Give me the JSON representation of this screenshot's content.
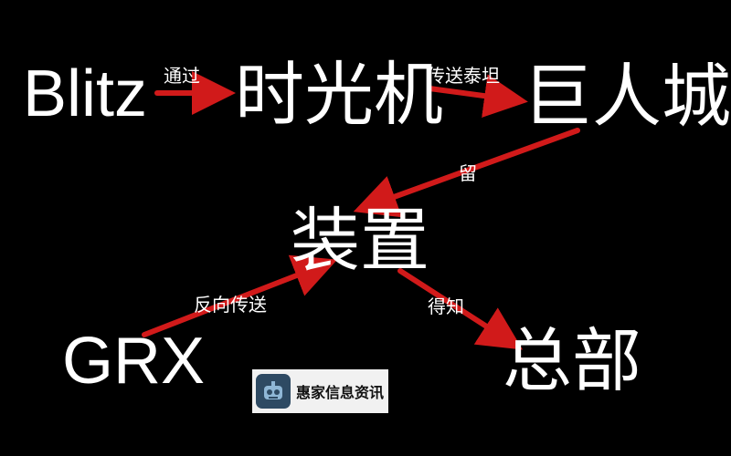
{
  "colors": {
    "background": "#000000",
    "text": "#ffffff",
    "arrow": "#d11a1a"
  },
  "nodes": {
    "blitz": "Blitz",
    "time_machine": "时光机",
    "giant_city": "巨人城",
    "device": "装置",
    "grx": "GRX",
    "hq": "总部"
  },
  "edges": {
    "blitz_to_time_machine": "通过",
    "time_machine_to_giant_city": "传送泰坦",
    "giant_city_to_device": "留",
    "grx_to_device": "反向传送",
    "device_to_hq": "得知"
  },
  "watermark": {
    "text": "惠家信息资讯",
    "logo_icon": "robot-face-icon"
  }
}
